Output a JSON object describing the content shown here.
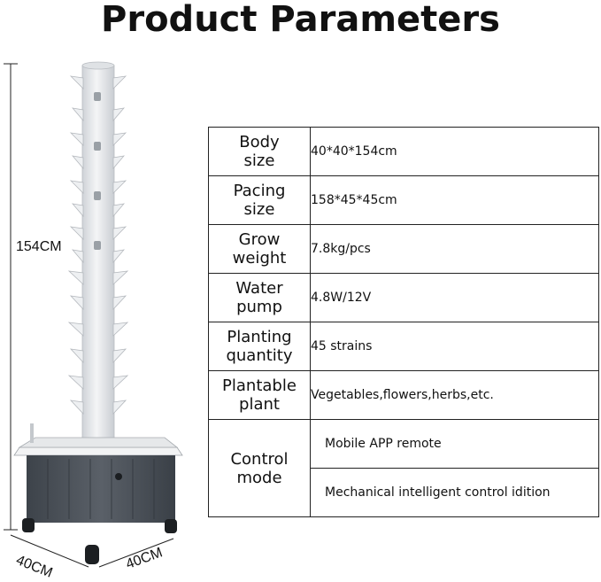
{
  "title": "Product Parameters",
  "dimensions": {
    "height": "154CM",
    "depth": "40CM",
    "width": "40CM"
  },
  "params": [
    {
      "key_line1": "Body",
      "key_line2": "size",
      "value": "40*40*154cm"
    },
    {
      "key_line1": "Pacing",
      "key_line2": "size",
      "value": "158*45*45cm"
    },
    {
      "key_line1": "Grow",
      "key_line2": "weight",
      "value": "7.8kg/pcs"
    },
    {
      "key_line1": "Water",
      "key_line2": "pump",
      "value": "4.8W/12V"
    },
    {
      "key_line1": "Planting",
      "key_line2": "quantity",
      "value": "45 strains"
    },
    {
      "key_line1": "Plantable",
      "key_line2": "plant",
      "value": "Vegetables,flowers,herbs,etc."
    }
  ],
  "control": {
    "key_line1": "Control",
    "key_line2": "mode",
    "values": [
      "Mobile APP remote",
      "Mechanical intelligent control idition"
    ]
  },
  "colors": {
    "tower": "#e9ebee",
    "reservoir": "#4a5057",
    "lid": "#f2f3f4",
    "line": "#222222"
  }
}
